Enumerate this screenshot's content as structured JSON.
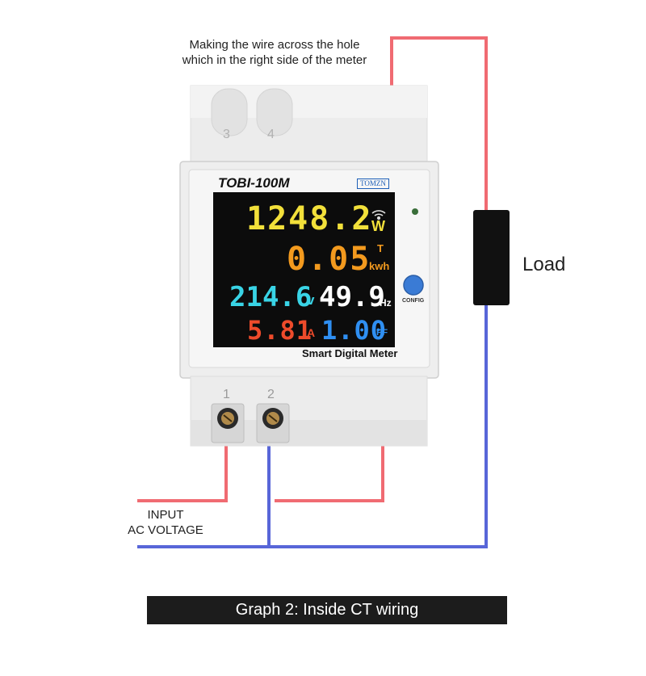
{
  "annotation": {
    "line1": "Making the wire across the hole",
    "line2": "which in the right side of the meter"
  },
  "load_label": "Load",
  "input_label": {
    "line1": "INPUT",
    "line2": "AC VOLTAGE"
  },
  "caption": "Graph 2: Inside CT wiring",
  "meter": {
    "model": "TOBI-100M",
    "brand": "TOMZN",
    "subtitle": "Smart Digital Meter",
    "config_label": "CONFIG",
    "terminals_top": [
      "3",
      "4"
    ],
    "terminals_bottom": [
      "1",
      "2"
    ],
    "readings": {
      "power": {
        "value": "1248.2",
        "unit": "W",
        "color": "#f2e03a"
      },
      "energy": {
        "value": "0.05",
        "prefix": "T",
        "unit": "kwh",
        "color": "#f39a1e"
      },
      "voltage": {
        "value": "214.6",
        "unit": "v",
        "color": "#39d4e6"
      },
      "frequency": {
        "value": "49.9",
        "unit": "Hz",
        "color": "#ffffff"
      },
      "current": {
        "value": "5.81",
        "unit": "A",
        "color": "#ee4b2b"
      },
      "power_factor": {
        "value": "1.00",
        "unit": "PF",
        "color": "#2f8ff2"
      }
    }
  },
  "colors": {
    "live_wire": "#f06b72",
    "neutral_wire": "#5866d8",
    "ct_sensor": "#111111",
    "caption_bg": "#1c1c1c"
  }
}
